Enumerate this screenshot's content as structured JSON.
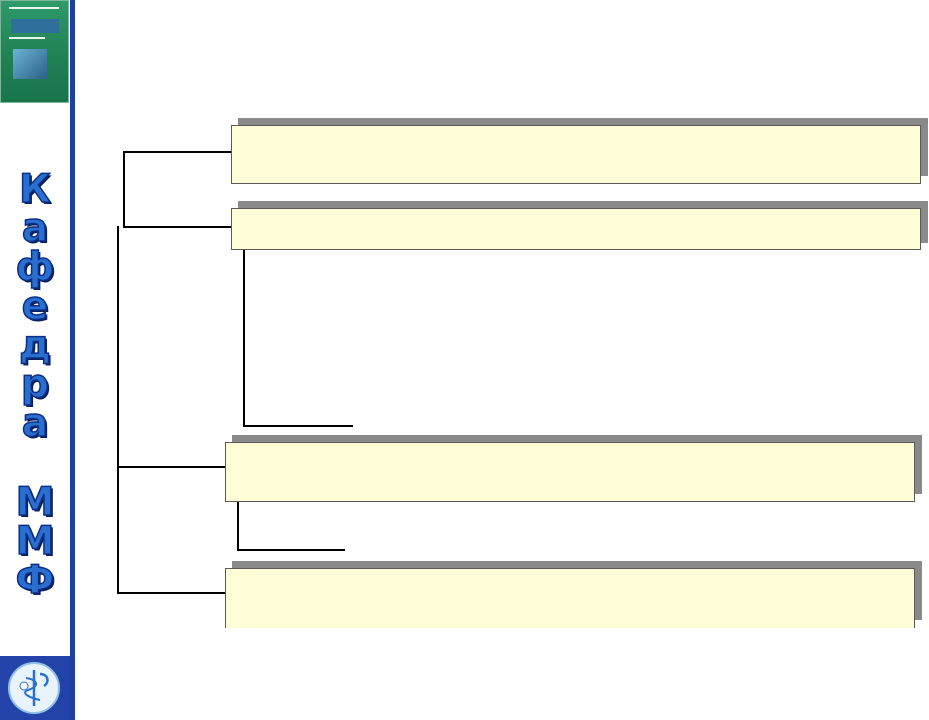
{
  "sidebar": {
    "vertical_title_letters": [
      "К",
      "а",
      "ф",
      "е",
      "д",
      "р",
      "а"
    ],
    "vertical_subtitle_letters": [
      "М",
      "М",
      "Ф"
    ],
    "book_cover_icon": "textbook-cover-image",
    "logo_icon": "faculty-logo",
    "accent_color": "#1f3fa4",
    "title_color": "#2a6fd0"
  },
  "diagram": {
    "node_fill": "#fefdd5",
    "node_shadow": "#8a8a8a",
    "nodes": [
      "",
      "",
      "",
      ""
    ]
  }
}
